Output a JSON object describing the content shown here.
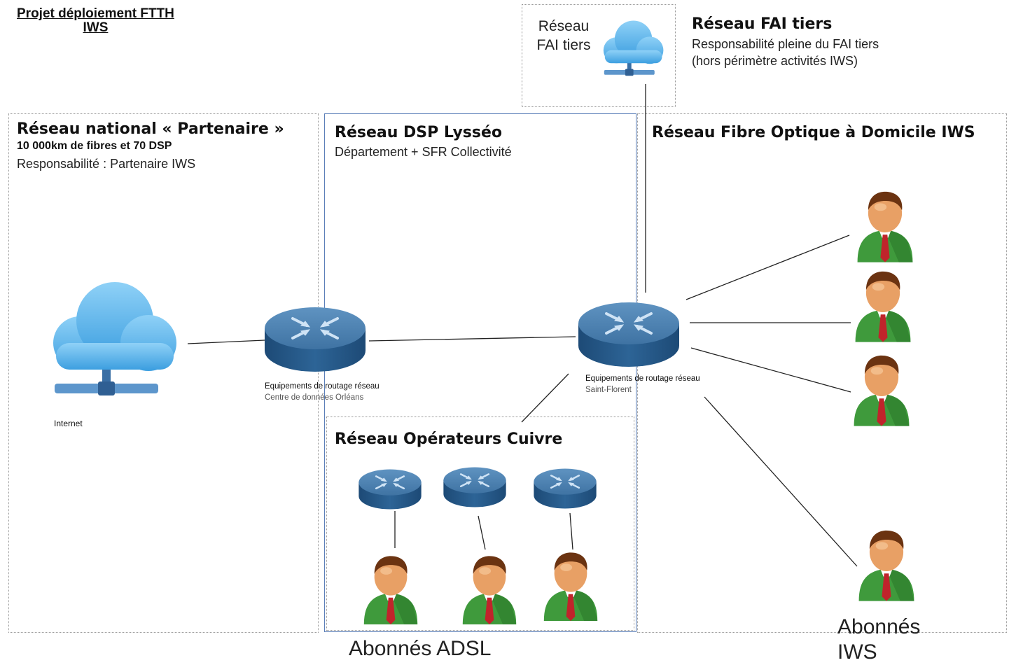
{
  "project": {
    "line1": "Projet déploiement FTTH",
    "line2": "IWS"
  },
  "fai": {
    "box_line1": "Réseau",
    "box_line2": "FAI tiers",
    "title": "Réseau FAI tiers",
    "desc_line1": "Responsabilité pleine du FAI tiers",
    "desc_line2": "(hors périmètre activités IWS)"
  },
  "national": {
    "title": "Réseau national « Partenaire »",
    "subtitle": "10 000km de fibres et 70 DSP",
    "responsibility": "Responsabilité : Partenaire IWS"
  },
  "dsp": {
    "title": "Réseau DSP Lysséo",
    "subtitle": "Département + SFR Collectivité"
  },
  "ftth": {
    "title": "Réseau Fibre Optique à Domicile IWS"
  },
  "copper": {
    "title": "Réseau Opérateurs Cuivre"
  },
  "internet": {
    "label": "Internet"
  },
  "router_orleans": {
    "label": "Equipements de routage réseau",
    "location": "Centre de données Orléans"
  },
  "router_florent": {
    "label": "Equipements de routage réseau",
    "location": "Saint-Florent"
  },
  "adsl": {
    "caption": "Abonnés ADSL"
  },
  "iws_subscribers": {
    "caption_line1": "Abonnés",
    "caption_line2": "IWS"
  },
  "colors": {
    "cloud": "#5ab4ea",
    "router_top": "#4a7fae",
    "router_side": "#1f4f7e",
    "person_body": "#3f9a3c",
    "person_tie": "#c0242b",
    "person_skin": "#e8a065",
    "person_hair": "#6b3311",
    "zone_blue_border": "#5b7fb8"
  },
  "icons": [
    "cloud-network-icon",
    "router-icon",
    "user-icon"
  ]
}
